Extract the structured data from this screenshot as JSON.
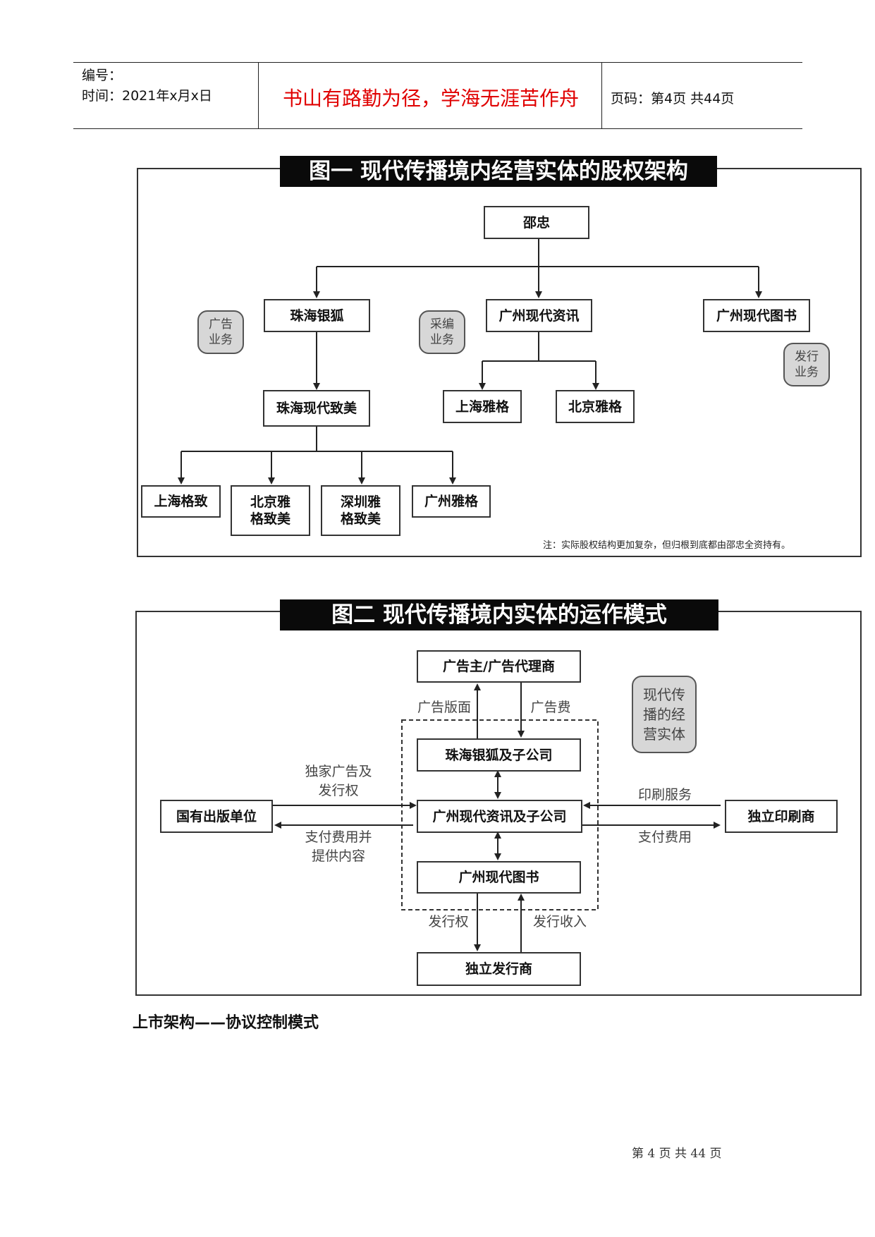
{
  "header": {
    "number_label": "编号：",
    "time_label": "时间：2021年x月x日",
    "motto": "书山有路勤为径，学海无涯苦作舟",
    "page_label": "页码：第4页  共44页"
  },
  "figure1": {
    "title": "图一 现代传播境内经营实体的股权架构",
    "nodes": {
      "root": "邵忠",
      "zhuhai_yinhu": "珠海银狐",
      "gz_zixun": "广州现代资讯",
      "gz_tushu": "广州现代图书",
      "zhuhai_zhimei": "珠海现代致美",
      "sh_yage": "上海雅格",
      "bj_yage": "北京雅格",
      "sh_gezhi": "上海格致",
      "bj_yage_zhimei": "北京雅格致美",
      "sz_yage_zhimei": "深圳雅格致美",
      "gz_yage": "广州雅格"
    },
    "bubbles": {
      "ad": "广告业务",
      "edit": "采编业务",
      "dist": "发行业务"
    },
    "note": "注：实际股权结构更加复杂，但归根到底都由邵忠全资持有。"
  },
  "figure2": {
    "title": "图二 现代传播境内实体的运作模式",
    "nodes": {
      "advertiser": "广告主/广告代理商",
      "zhuhai": "珠海银狐及子公司",
      "guangzhou": "广州现代资讯及子公司",
      "tushu": "广州现代图书",
      "publisher": "国有出版单位",
      "printer": "独立印刷商",
      "distributor": "独立发行商"
    },
    "bubble": "现代传播的经营实体",
    "labels": {
      "ad_page": "广告版面",
      "ad_fee": "广告费",
      "exclusive_rights": "独家广告及发行权",
      "pay_content": "支付费用并提供内容",
      "print_service": "印刷服务",
      "pay_fee": "支付费用",
      "dist_rights": "发行权",
      "dist_income": "发行收入"
    }
  },
  "section_heading": "上市架构——协议控制模式",
  "footer": "第 4 页 共 44 页"
}
